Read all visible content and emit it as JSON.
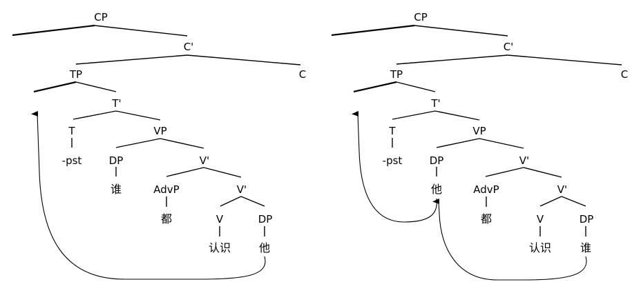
{
  "trees": [
    {
      "name": "left-tree",
      "labels": {
        "cp": "CP",
        "c_bar": "C'",
        "tp": "TP",
        "c": "C",
        "t_bar": "T'",
        "t": "T",
        "pst": "-pst",
        "vp": "VP",
        "dp_spec": "DP",
        "dp_spec_word": "谁",
        "v_bar": "V'",
        "advp": "AdvP",
        "advp_word": "都",
        "v_bar2": "V'",
        "v": "V",
        "v_word": "认识",
        "dp_obj": "DP",
        "dp_obj_word": "他"
      }
    },
    {
      "name": "right-tree",
      "labels": {
        "cp": "CP",
        "c_bar": "C'",
        "tp": "TP",
        "c": "C",
        "t_bar": "T'",
        "t": "T",
        "pst": "-pst",
        "vp": "VP",
        "dp_spec": "DP",
        "dp_spec_word": "他",
        "v_bar": "V'",
        "advp": "AdvP",
        "advp_word": "都",
        "v_bar2": "V'",
        "v": "V",
        "v_word": "认识",
        "dp_obj": "DP",
        "dp_obj_word": "谁"
      }
    }
  ]
}
